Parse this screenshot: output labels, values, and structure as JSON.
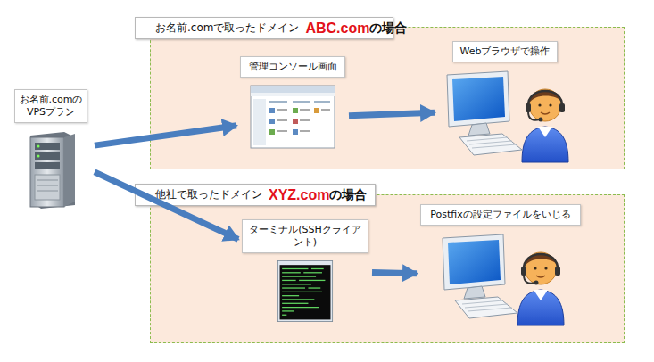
{
  "diagram": {
    "nodes": [
      {
        "text": [
          "お名前.comの VPSプラン"
        ]
      },
      {
        "text": [
          "お名前.comで取ったドメイン",
          "ABC.com",
          "の場合"
        ]
      },
      {
        "text": [
          "管理コンソール画面"
        ],
        "in": 1
      },
      {
        "text": [
          "Webブラウザで操作"
        ],
        "in": 1
      },
      {
        "text": [
          "他社で取ったドメイン",
          "XYZ.com",
          "の場合"
        ]
      },
      {
        "text": [
          "ターミナル(SSHクライアント)"
        ],
        "in": 4
      },
      {
        "text": [
          "Postfixの設定ファイルをいじる"
        ],
        "in": 4
      }
    ],
    "edges": [
      {
        "from": 0,
        "to": 2,
        "arrow": "to"
      },
      {
        "from": 2,
        "to": 3,
        "arrow": "to"
      },
      {
        "from": 0,
        "to": 5,
        "arrow": "to"
      },
      {
        "from": 5,
        "to": 6,
        "arrow": "to"
      }
    ]
  }
}
